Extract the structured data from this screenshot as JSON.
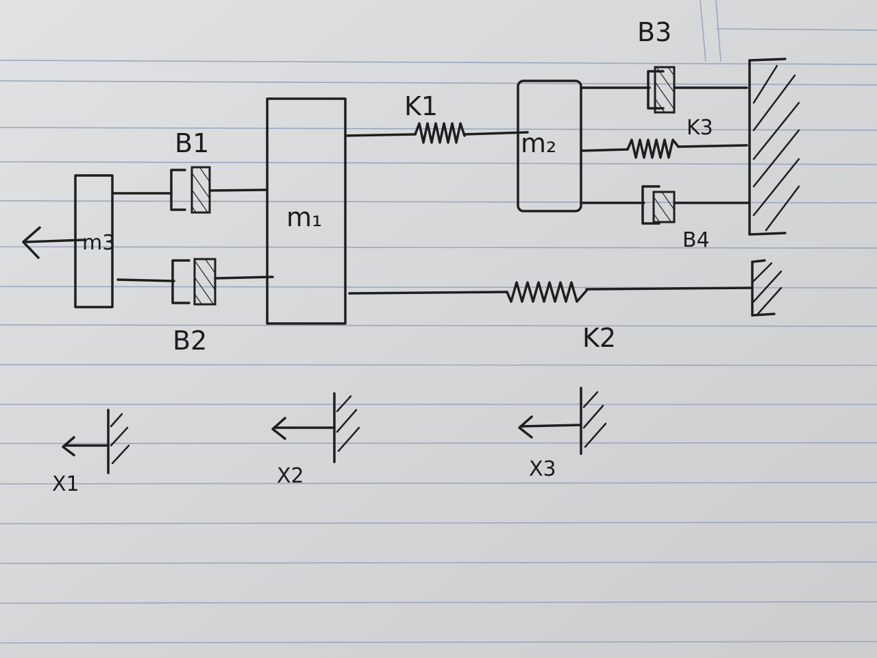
{
  "diagram": {
    "masses": {
      "m1": "m₁",
      "m2": "m₂",
      "m3": "m3"
    },
    "springs": {
      "k1": "K1",
      "k2": "K2",
      "k3": "K3"
    },
    "dampers": {
      "b1": "B1",
      "b2": "B2",
      "b3": "B3",
      "b4": "B4"
    },
    "displacements": {
      "x1": "X1",
      "x2": "X2",
      "x3": "X3"
    }
  },
  "colors": {
    "paper": "#d9dadb",
    "ink": "#1e1e1e",
    "rule_lines": "#9aa7c2"
  }
}
